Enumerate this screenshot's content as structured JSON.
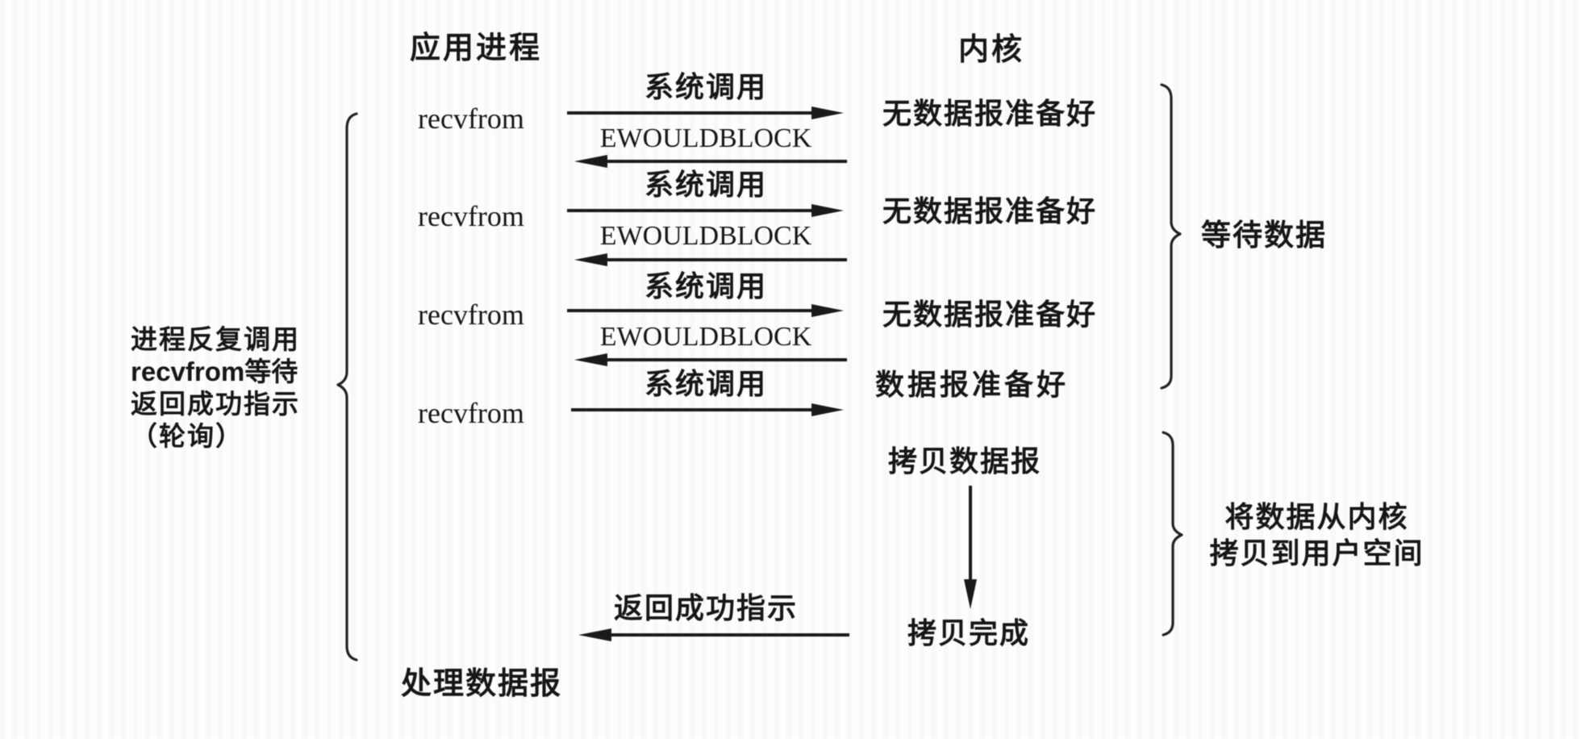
{
  "palette": {
    "ink": "#1a1a1a",
    "paper": "#fdfdfd"
  },
  "headers": {
    "application": "应用进程",
    "kernel": "内核"
  },
  "left_note": {
    "lines": [
      "进程反复调用",
      "recvfrom等待",
      "返回成功指示",
      "（轮询）"
    ]
  },
  "calls": [
    {
      "caller": "recvfrom",
      "request_label": "系统调用",
      "response_label": "EWOULDBLOCK",
      "kernel_state": "无数据报准备好"
    },
    {
      "caller": "recvfrom",
      "request_label": "系统调用",
      "response_label": "EWOULDBLOCK",
      "kernel_state": "无数据报准备好"
    },
    {
      "caller": "recvfrom",
      "request_label": "系统调用",
      "response_label": "EWOULDBLOCK",
      "kernel_state": "无数据报准备好"
    },
    {
      "caller": "recvfrom",
      "request_label": "系统调用",
      "kernel_state": "数据报准备好"
    }
  ],
  "copy_phase": {
    "start_label": "拷贝数据报",
    "done_label": "拷贝完成",
    "return_label": "返回成功指示"
  },
  "footer": {
    "process_label": "处理数据报"
  },
  "brace_labels": {
    "wait": "等待数据",
    "copy": [
      "将数据从内核",
      "拷贝到用户空间"
    ]
  }
}
